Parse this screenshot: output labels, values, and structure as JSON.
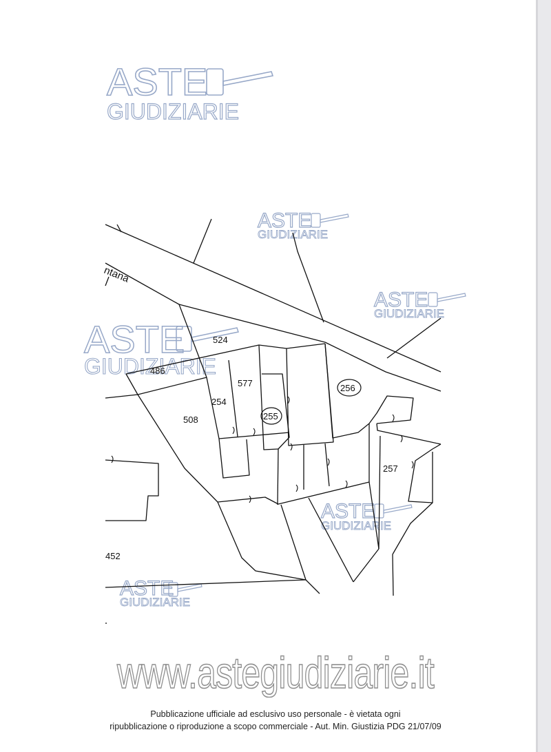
{
  "map": {
    "street_label": "ntana",
    "parcels": {
      "p524": "524",
      "p486": "486",
      "p577": "577",
      "p254": "254",
      "p508": "508",
      "p255": "255",
      "p256": "256",
      "p257": "257",
      "p452": "452"
    }
  },
  "watermark": {
    "aste": "ASTE",
    "giudiziarie": "GIUDIZIARIE",
    "website": "www.astegiudiziarie.it"
  },
  "footer": {
    "line1": "Pubblicazione ufficiale ad esclusivo uso personale - è vietata ogni",
    "line2": "ripubblicazione o riproduzione a scopo commerciale - Aut. Min. Giustizia PDG 21/07/09"
  },
  "colors": {
    "watermark": "#97a8c8",
    "map_lines": "#111111"
  }
}
